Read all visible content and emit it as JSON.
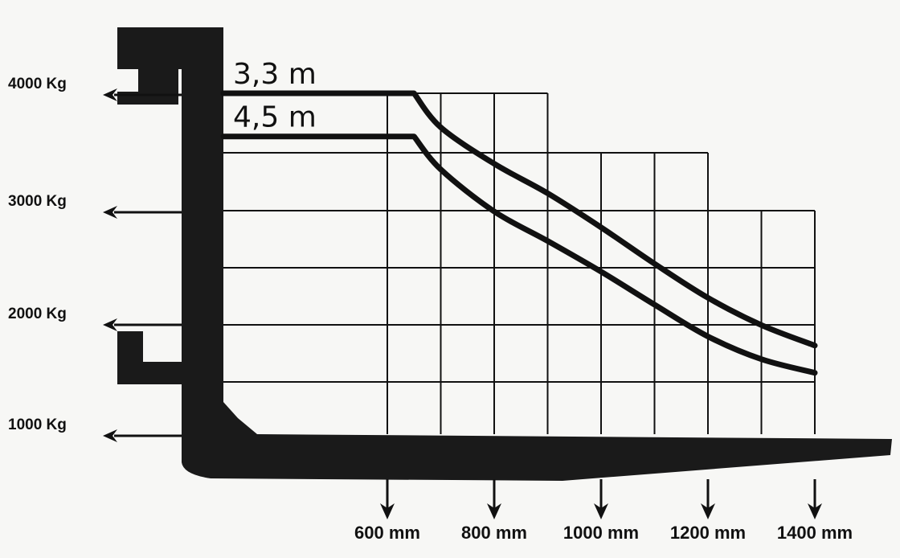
{
  "chart_data": {
    "type": "line",
    "title": "",
    "xlabel": "",
    "ylabel": "",
    "x_ticks": [
      "600 mm",
      "800 mm",
      "1000 mm",
      "1200 mm",
      "1400 mm"
    ],
    "y_ticks": [
      "4000 Kg",
      "3000 Kg",
      "2000 Kg",
      "1000 Kg"
    ],
    "xlim": [
      600,
      1400
    ],
    "ylim": [
      1000,
      4000
    ],
    "series": [
      {
        "name": "3,3 m",
        "x": [
          600,
          650,
          700,
          800,
          900,
          1000,
          1100,
          1200,
          1300,
          1400
        ],
        "y": [
          4000,
          4000,
          3700,
          3380,
          3120,
          2820,
          2500,
          2200,
          1960,
          1780
        ]
      },
      {
        "name": "4,5 m",
        "x": [
          600,
          650,
          700,
          800,
          900,
          1000,
          1100,
          1200,
          1300,
          1400
        ],
        "y": [
          3620,
          3620,
          3330,
          2960,
          2700,
          2430,
          2140,
          1860,
          1660,
          1540
        ]
      }
    ],
    "grid": true,
    "legend": "inline-left"
  }
}
